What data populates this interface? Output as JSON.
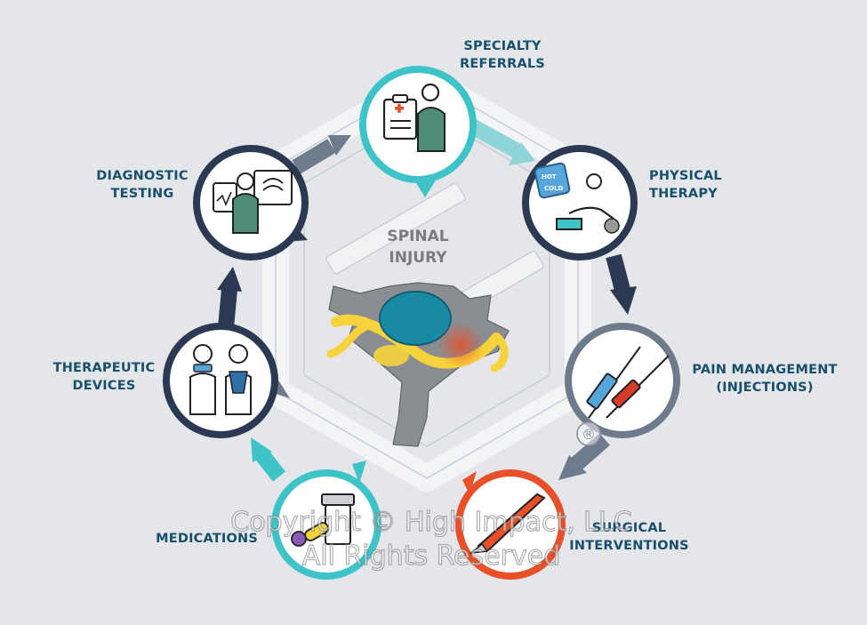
{
  "center": {
    "line1": "SPINAL",
    "line2": "INJURY"
  },
  "nodes": [
    {
      "id": "specialty-referrals",
      "line1": "SPECIALTY",
      "line2": "REFERRALS"
    },
    {
      "id": "physical-therapy",
      "line1": "PHYSICAL",
      "line2": "THERAPY"
    },
    {
      "id": "pain-management",
      "line1": "PAIN MANAGEMENT",
      "line2": "(INJECTIONS)"
    },
    {
      "id": "surgical-interventions",
      "line1": "SURGICAL",
      "line2": "INTERVENTIONS"
    },
    {
      "id": "medications",
      "line1": "MEDICATIONS",
      "line2": ""
    },
    {
      "id": "therapeutic-devices",
      "line1": "THERAPEUTIC",
      "line2": "DEVICES"
    },
    {
      "id": "diagnostic-testing",
      "line1": "DIAGNOSTIC",
      "line2": "TESTING"
    }
  ],
  "icon_text": {
    "hot": "HOT",
    "cold": "COLD"
  },
  "watermark": {
    "line1": "Copyright © High Impact, LLC",
    "line2": "All Rights Reserved",
    "registered": "®"
  },
  "colors": {
    "background": "#e4e6e9",
    "navy": "#2b3a52",
    "teal": "#3ec3c8",
    "orange": "#e8502a",
    "label": "#17506b",
    "arrow_gray": "#6e7b8c"
  }
}
